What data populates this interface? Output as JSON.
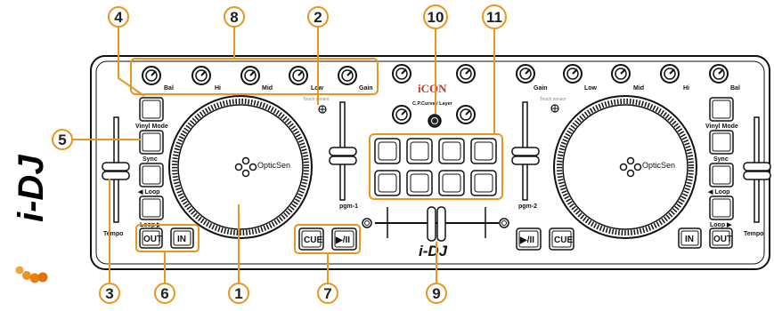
{
  "deck_left": {
    "knob_labels": [
      "Bal",
      "Hi",
      "Mid",
      "Low",
      "Gain"
    ],
    "touch_sensor_label": "Touch sensor",
    "vinyl_mode_label": "Vinyl Mode",
    "sync_label": "Sync",
    "loop_back_label": "◀ Loop",
    "loop_fwd_label": "Loop ▶",
    "out_label": "OUT",
    "in_label": "IN",
    "tempo_label": "Tempo",
    "jog_brand": "OpticSen",
    "pitch_label": "pgm-1"
  },
  "deck_right": {
    "knob_labels": [
      "Gain",
      "Low",
      "Mid",
      "Hi",
      "Bal"
    ],
    "touch_sensor_label": "Touch sensor",
    "vinyl_mode_label": "Vinyl Mode",
    "sync_label": "Sync",
    "loop_back_label": "◀ Loop",
    "loop_fwd_label": "Loop ▶",
    "out_label": "OUT",
    "in_label": "IN",
    "tempo_label": "Tempo",
    "jog_brand": "OpticSen",
    "pitch_label": "pgm-2"
  },
  "center": {
    "brand": "iCON",
    "cp_curve_label": "C.P.Curve / Layer",
    "cue_label": "CUE",
    "play_label": "▶/II",
    "device_logo": "i-DJ"
  },
  "side_logo": "i-DJ",
  "callouts": [
    "1",
    "2",
    "3",
    "4",
    "5",
    "6",
    "7",
    "8",
    "9",
    "10",
    "11"
  ],
  "colors": {
    "callout_accent": "#e8961e",
    "outline": "#111111"
  }
}
